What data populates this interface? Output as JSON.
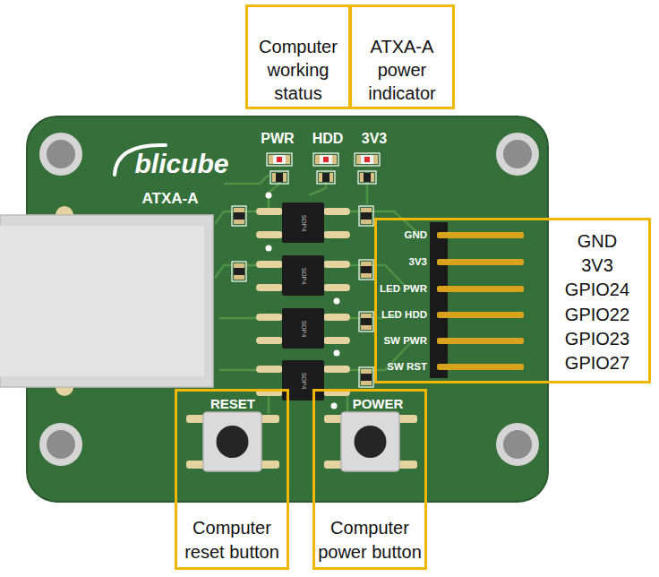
{
  "diagram": {
    "nodes": [
      {
        "text": [
          "Computer working status"
        ]
      },
      {
        "text": [
          "ATXA-A power indicator"
        ]
      },
      {
        "text": [
          "GND",
          "3V3",
          "GPIO24",
          "GPIO22",
          "GPIO23",
          "GPIO27"
        ]
      },
      {
        "text": [
          "Computer reset button"
        ]
      },
      {
        "text": [
          "Computer power button"
        ]
      }
    ],
    "labels": [
      "PWR",
      "HDD",
      "3V3",
      "blicube",
      "ATXA-A",
      "SOP4",
      "SOP4",
      "SOP4",
      "SOP4",
      "GND",
      "3V3",
      "LED PWR",
      "LED HDD",
      "SW PWR",
      "SW RST",
      "RESET",
      "POWER"
    ]
  }
}
